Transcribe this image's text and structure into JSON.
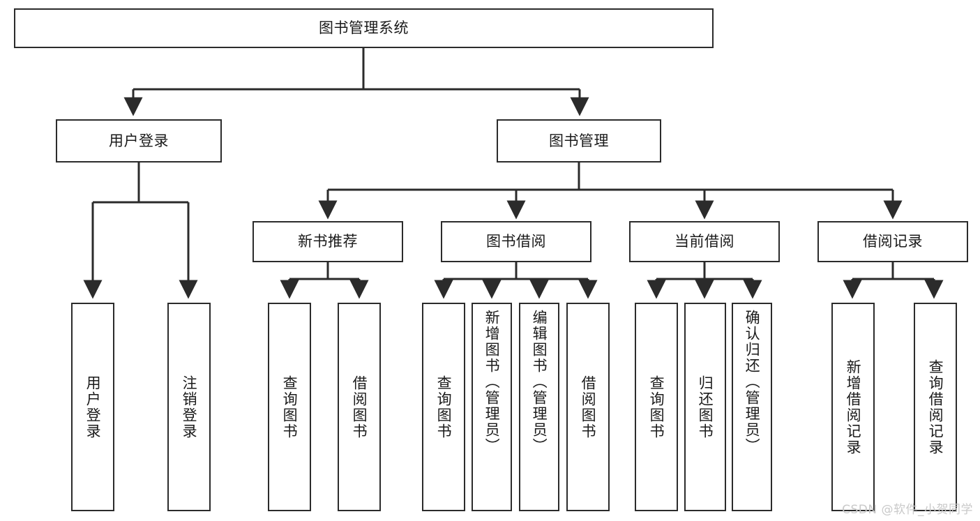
{
  "diagram": {
    "title_node": {
      "label": "图书管理系统"
    },
    "level2": [
      {
        "label": "用户登录"
      },
      {
        "label": "图书管理"
      }
    ],
    "level3": [
      {
        "label": "新书推荐"
      },
      {
        "label": "图书借阅"
      },
      {
        "label": "当前借阅"
      },
      {
        "label": "借阅记录"
      }
    ],
    "leaves": {
      "user_login": [
        {
          "label": "用户登录"
        },
        {
          "label": "注销登录"
        }
      ],
      "new_book_recommend": [
        {
          "label": "查询图书"
        },
        {
          "label": "借阅图书"
        }
      ],
      "book_borrow": [
        {
          "label": "查询图书"
        },
        {
          "label": "新增图书（管理员）"
        },
        {
          "label": "编辑图书（管理员）"
        },
        {
          "label": "借阅图书"
        }
      ],
      "current_borrow": [
        {
          "label": "查询图书"
        },
        {
          "label": "归还图书"
        },
        {
          "label": "确认归还（管理员）"
        }
      ],
      "borrow_record": [
        {
          "label": "新增借阅记录"
        },
        {
          "label": "查询借阅记录"
        }
      ]
    }
  },
  "watermark": {
    "text": "CSDN @软件_小贺同学"
  },
  "colors": {
    "stroke": "#2b2b2b",
    "text": "#1a1a1a",
    "background": "#ffffff",
    "watermark": "#c9c9c9"
  }
}
